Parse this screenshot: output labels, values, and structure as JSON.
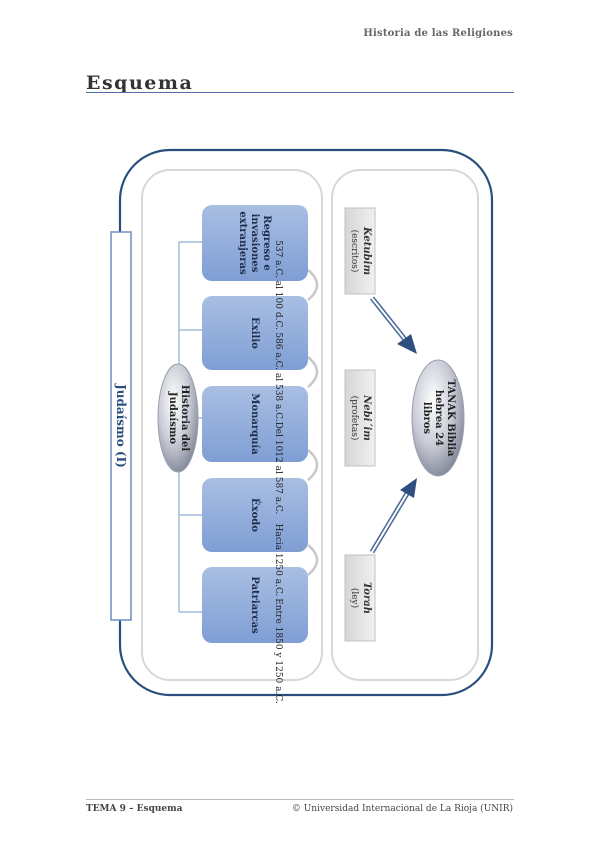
{
  "header": {
    "course": "Historia de las Religiones"
  },
  "page": {
    "title": "Esquema"
  },
  "footer": {
    "left": "TEMA 9 – Esquema",
    "right": "© Universidad Internacional de La Rioja (UNIR)"
  },
  "diagram": {
    "main_label": "Judaísmo (I)",
    "history_hub": "Historia del Judaísmo",
    "stages": [
      {
        "label": "Patriarcas",
        "date": "Entre 1850 y 1250 a.C."
      },
      {
        "label": "Éxodo",
        "date": "Hacia 1250 a.C."
      },
      {
        "label": "Monarquía",
        "date": "Del 1012 al 587 a.C."
      },
      {
        "label": "Exilio",
        "date": "586 a.C. al 538 a.C."
      },
      {
        "label": "Regreso e invasiones extranjeras",
        "date": "537 a.C. al 100 d.C."
      }
    ],
    "tanak_hub": "TANAK Biblia hebrea 24 libros",
    "sources": [
      {
        "title": "Torah",
        "subtitle": "(ley)"
      },
      {
        "title": "Nebi´im",
        "subtitle": "(profetas)"
      },
      {
        "title": "Ketubim",
        "subtitle": "(escritos)"
      }
    ]
  }
}
